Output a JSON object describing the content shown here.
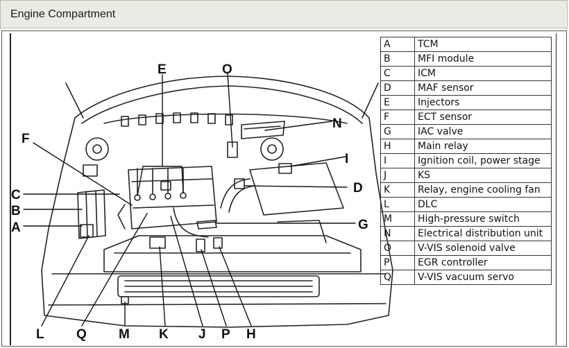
{
  "header": {
    "title": "Engine Compartment"
  },
  "legend": [
    {
      "key": "A",
      "value": "TCM"
    },
    {
      "key": "B",
      "value": "MFI module"
    },
    {
      "key": "C",
      "value": "ICM"
    },
    {
      "key": "D",
      "value": "MAF sensor"
    },
    {
      "key": "E",
      "value": "Injectors"
    },
    {
      "key": "F",
      "value": "ECT sensor"
    },
    {
      "key": "G",
      "value": "IAC valve"
    },
    {
      "key": "H",
      "value": "Main relay"
    },
    {
      "key": "I",
      "value": "Ignition coil, power stage"
    },
    {
      "key": "J",
      "value": "KS"
    },
    {
      "key": "K",
      "value": "Relay, engine cooling fan"
    },
    {
      "key": "L",
      "value": "DLC"
    },
    {
      "key": "M",
      "value": "High-pressure switch"
    },
    {
      "key": "N",
      "value": "Electrical distribution unit"
    },
    {
      "key": "O",
      "value": "V-VIS solenoid valve"
    },
    {
      "key": "P",
      "value": "EGR controller"
    },
    {
      "key": "Q",
      "value": "V-VIS vacuum servo"
    }
  ],
  "callouts": {
    "A": "A",
    "B": "B",
    "C": "C",
    "D": "D",
    "E": "E",
    "F": "F",
    "G": "G",
    "H": "H",
    "I": "I",
    "J": "J",
    "K": "K",
    "L": "L",
    "M": "M",
    "N": "N",
    "O": "O",
    "P": "P",
    "Q": "Q"
  }
}
